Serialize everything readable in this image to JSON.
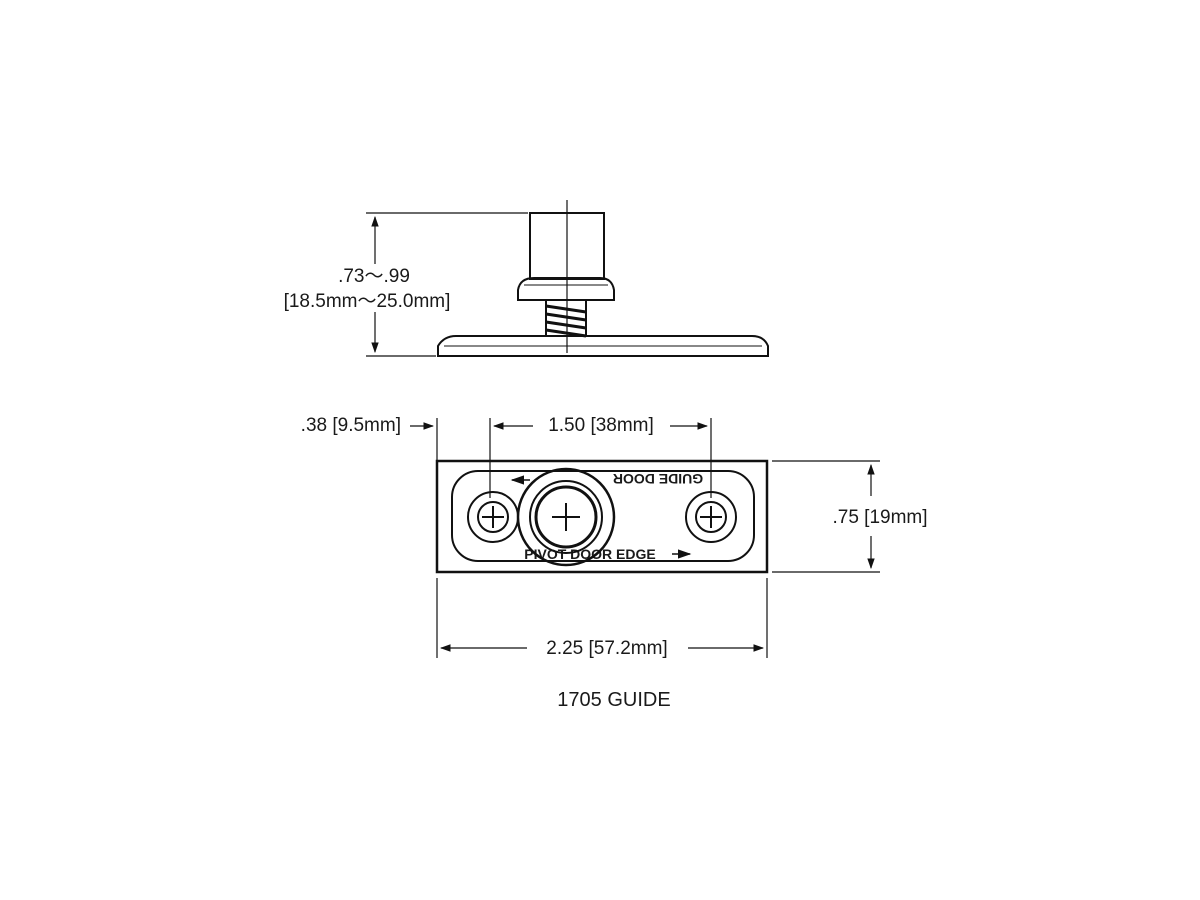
{
  "side_view": {
    "height_dim_line1": ".73～.99",
    "height_dim_line2": "[18.5mm～25.0mm]"
  },
  "top_view": {
    "offset_dim": ".38 [9.5mm]",
    "hole_spacing_dim": "1.50 [38mm]",
    "width_dim": ".75 [19mm]",
    "length_dim": "2.25 [57.2mm]",
    "plate_text_top": "GUIDE DOOR",
    "plate_text_bottom": "PIVOT DOOR EDGE"
  },
  "caption": "1705 GUIDE"
}
